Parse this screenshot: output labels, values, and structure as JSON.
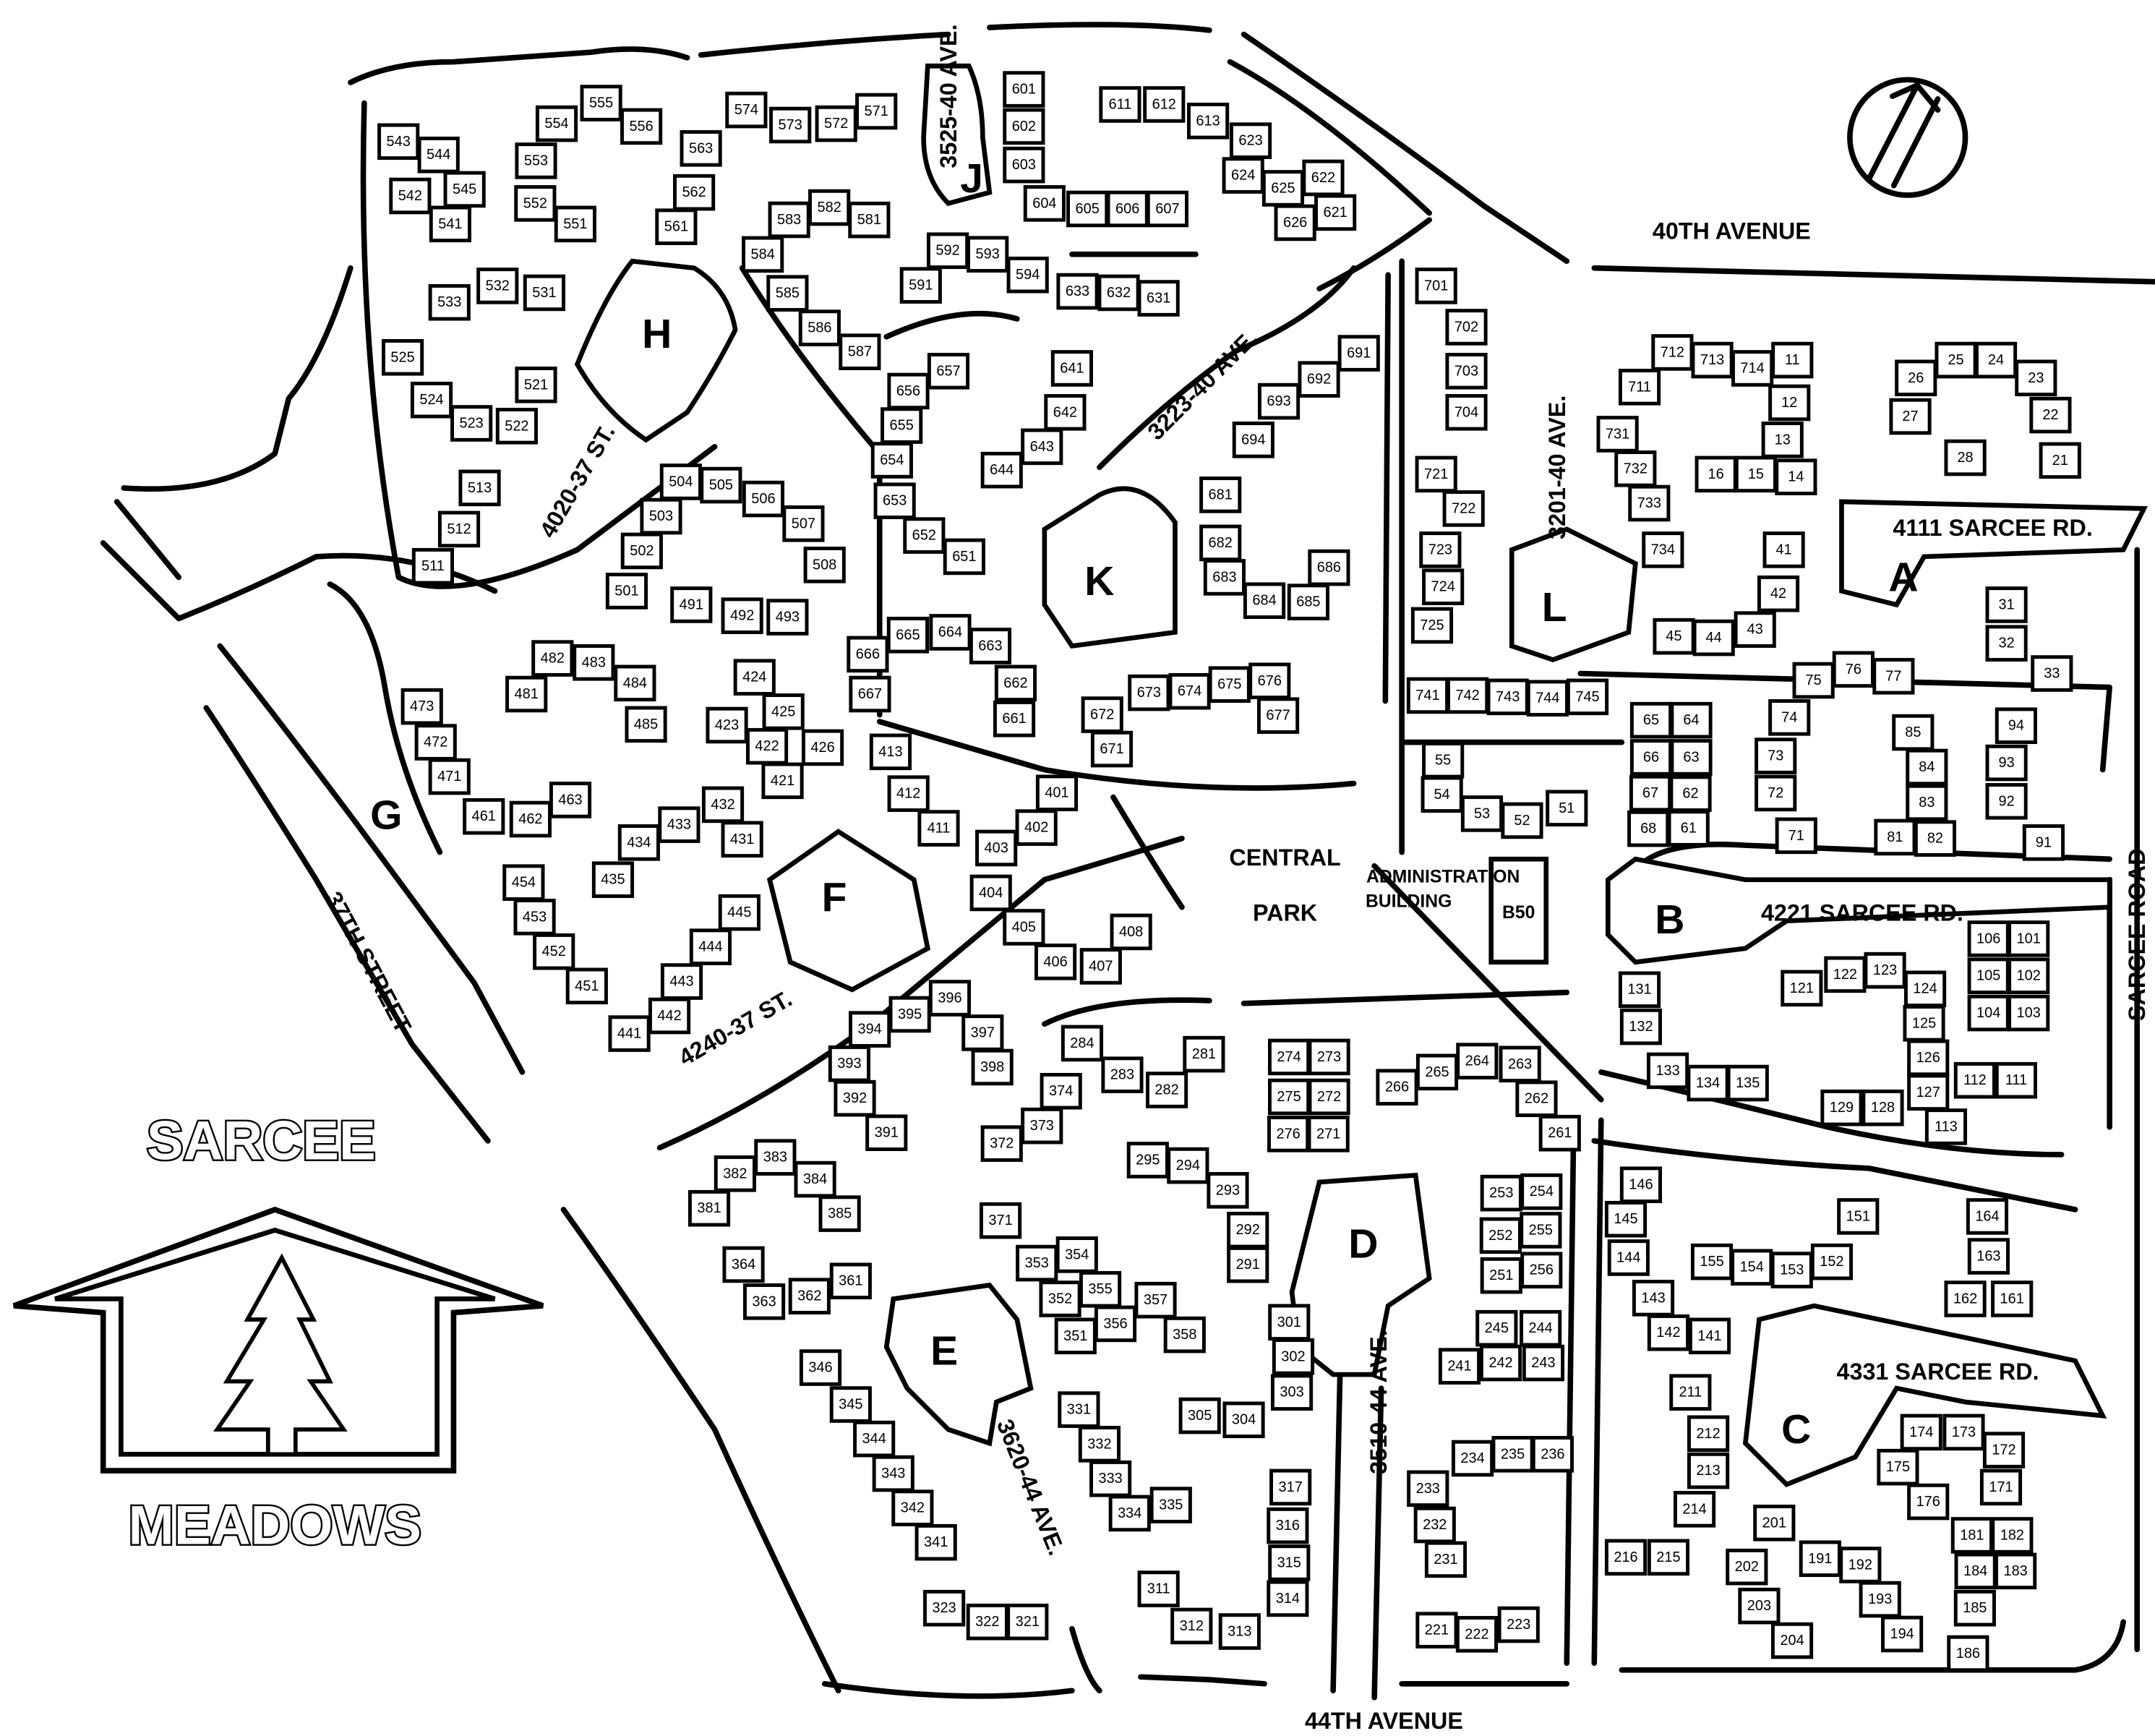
{
  "logo": {
    "line1": "SARCEE",
    "line2": "MEADOWS"
  },
  "streets": {
    "ave40": "40TH AVENUE",
    "ave44": "44TH AVENUE",
    "st37": "37TH STREET",
    "sarcee_road": "SARCEE ROAD",
    "a3525": "3525-40 AVE.",
    "a4020": "4020-37 ST.",
    "a3223": "3223-40 AVE.",
    "a3201": "3201-40 AVE.",
    "a4111": "4111 SARCEE RD.",
    "a4221": "4221 SARCEE RD.",
    "a4331": "4331 SARCEE RD.",
    "a4240": "4240-37 ST.",
    "a3620": "3620-44 AVE.",
    "a3510": "3510-44 AVE."
  },
  "areas": {
    "A": "A",
    "B": "B",
    "C": "C",
    "D": "D",
    "E": "E",
    "F": "F",
    "G": "G",
    "H": "H",
    "J": "J",
    "K": "K",
    "L": "L"
  },
  "landmarks": {
    "central": "CENTRAL",
    "park": "PARK",
    "admin1": "ADMINISTRATION",
    "admin2": "BUILDING",
    "b50": "B50"
  },
  "units": [
    "543",
    "544",
    "545",
    "542",
    "541",
    "555",
    "556",
    "554",
    "553",
    "552",
    "551",
    "563",
    "562",
    "561",
    "532",
    "531",
    "533",
    "525",
    "524",
    "523",
    "522",
    "521",
    "513",
    "512",
    "511",
    "504",
    "505",
    "506",
    "507",
    "508",
    "503",
    "502",
    "501",
    "491",
    "492",
    "493",
    "482",
    "483",
    "484",
    "485",
    "481",
    "473",
    "472",
    "471",
    "461",
    "462",
    "463",
    "454",
    "453",
    "452",
    "451",
    "424",
    "423",
    "425",
    "422",
    "426",
    "421",
    "432",
    "431",
    "433",
    "434",
    "435",
    "445",
    "444",
    "443",
    "442",
    "441",
    "574",
    "573",
    "572",
    "571",
    "583",
    "582",
    "581",
    "584",
    "585",
    "586",
    "587",
    "601",
    "602",
    "603",
    "604",
    "605",
    "606",
    "607",
    "611",
    "612",
    "613",
    "623",
    "624",
    "622",
    "621",
    "625",
    "626",
    "592",
    "593",
    "591",
    "594",
    "633",
    "632",
    "631",
    "657",
    "656",
    "655",
    "654",
    "653",
    "652",
    "651",
    "641",
    "642",
    "643",
    "644",
    "693",
    "692",
    "691",
    "694",
    "681",
    "682",
    "683",
    "684",
    "685",
    "686",
    "665",
    "664",
    "663",
    "662",
    "661",
    "666",
    "667",
    "673",
    "674",
    "675",
    "676",
    "677",
    "672",
    "671",
    "413",
    "412",
    "411",
    "401",
    "402",
    "403",
    "404",
    "405",
    "406",
    "407",
    "408",
    "396",
    "397",
    "398",
    "395",
    "394",
    "393",
    "392",
    "391",
    "383",
    "382",
    "384",
    "381",
    "385",
    "364",
    "363",
    "362",
    "361",
    "346",
    "345",
    "344",
    "343",
    "342",
    "341",
    "323",
    "322",
    "321",
    "373",
    "374",
    "372",
    "371",
    "354",
    "353",
    "355",
    "352",
    "351",
    "356",
    "357",
    "358",
    "331",
    "332",
    "333",
    "334",
    "335",
    "284",
    "283",
    "282",
    "281",
    "274",
    "273",
    "275",
    "272",
    "276",
    "271",
    "266",
    "265",
    "264",
    "263",
    "262",
    "261",
    "295",
    "294",
    "293",
    "292",
    "291",
    "301",
    "302",
    "303",
    "305",
    "304",
    "317",
    "316",
    "315",
    "314",
    "313",
    "312",
    "311",
    "254",
    "253",
    "255",
    "252",
    "256",
    "251",
    "245",
    "244",
    "242",
    "243",
    "241",
    "234",
    "235",
    "236",
    "233",
    "232",
    "231",
    "221",
    "222",
    "223",
    "701",
    "702",
    "703",
    "704",
    "721",
    "722",
    "723",
    "724",
    "725",
    "741",
    "742",
    "743",
    "744",
    "745",
    "711",
    "712",
    "713",
    "714",
    "731",
    "732",
    "733",
    "734",
    "11",
    "12",
    "13",
    "16",
    "15",
    "14",
    "41",
    "42",
    "45",
    "44",
    "43",
    "25",
    "24",
    "26",
    "23",
    "27",
    "22",
    "28",
    "21",
    "31",
    "32",
    "33",
    "65",
    "64",
    "66",
    "63",
    "67",
    "62",
    "68",
    "61",
    "75",
    "76",
    "77",
    "74",
    "73",
    "72",
    "71",
    "85",
    "84",
    "83",
    "81",
    "82",
    "55",
    "54",
    "53",
    "52",
    "51",
    "94",
    "93",
    "92",
    "91",
    "121",
    "122",
    "123",
    "124",
    "125",
    "126",
    "127",
    "128",
    "129",
    "131",
    "132",
    "133",
    "134",
    "135",
    "106",
    "101",
    "105",
    "102",
    "104",
    "103",
    "112",
    "111",
    "113",
    "146",
    "145",
    "144",
    "143",
    "142",
    "141",
    "151",
    "152",
    "153",
    "154",
    "155",
    "164",
    "163",
    "162",
    "161",
    "211",
    "212",
    "213",
    "214",
    "215",
    "216",
    "174",
    "173",
    "172",
    "171",
    "175",
    "176",
    "201",
    "202",
    "203",
    "204",
    "191",
    "192",
    "193",
    "194",
    "181",
    "182",
    "184",
    "183",
    "185",
    "186"
  ]
}
